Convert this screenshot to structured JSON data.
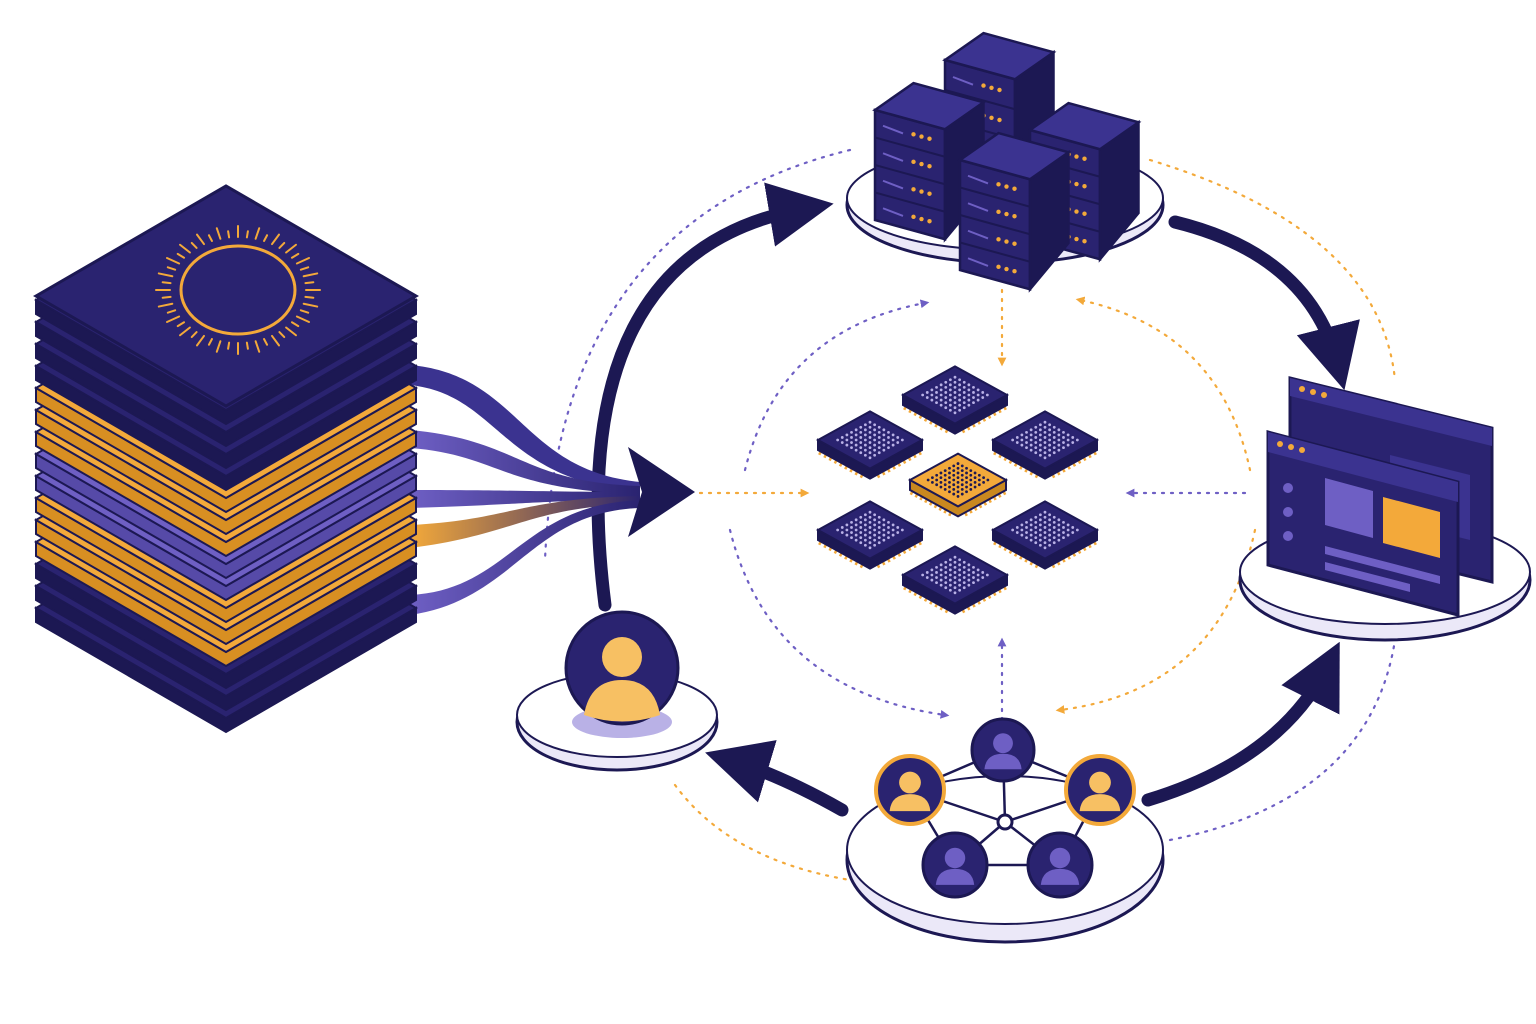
{
  "colors": {
    "navy": "#2a2370",
    "navy_dark": "#1c1853",
    "navy_light": "#3b3390",
    "purple": "#6e5fc4",
    "lavender": "#ebe8f8",
    "gold": "#f3a93a",
    "gold_light": "#f7c063",
    "white": "#ffffff"
  },
  "diagram": {
    "nodes": [
      {
        "id": "data-stack",
        "icon": "layered-data-stack-icon"
      },
      {
        "id": "server-cluster",
        "icon": "server-rack-icon"
      },
      {
        "id": "chip-grid",
        "icon": "processor-chip-icon"
      },
      {
        "id": "app-windows",
        "icon": "browser-window-icon"
      },
      {
        "id": "user-network",
        "icon": "user-network-icon"
      },
      {
        "id": "single-user",
        "icon": "user-avatar-icon"
      }
    ],
    "flow": [
      {
        "from": "data-stack",
        "to": "chip-grid",
        "style": "ribbon-arrow"
      },
      {
        "from": "single-user",
        "to": "server-cluster",
        "style": "solid-arc"
      },
      {
        "from": "server-cluster",
        "to": "app-windows",
        "style": "solid-arc"
      },
      {
        "from": "user-network",
        "to": "app-windows",
        "style": "solid-arc"
      },
      {
        "from": "user-network",
        "to": "single-user",
        "style": "solid-arc"
      }
    ]
  }
}
